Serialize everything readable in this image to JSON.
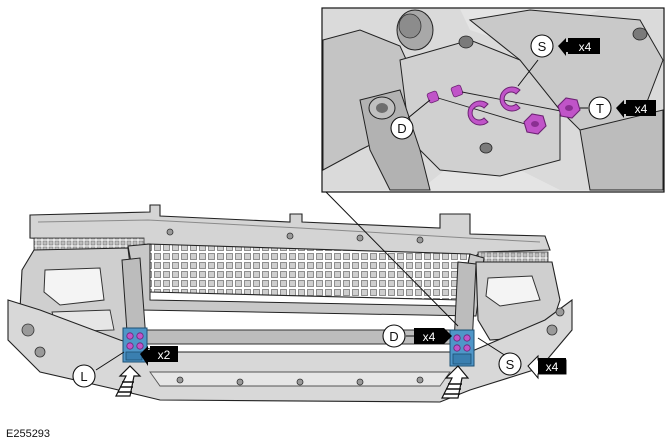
{
  "figure": {
    "reference_id": "E255293",
    "callouts": {
      "D": "D",
      "S": "S",
      "T": "T",
      "L": "L"
    },
    "quantities": {
      "S_inset": "x4",
      "T_inset": "x4",
      "D_main": "x4",
      "S_main": "x4",
      "L_main": "x2"
    },
    "colors": {
      "fastener": "#c054c8",
      "fastener_dark": "#8a2f92",
      "clip": "#4f96c8",
      "line": "#222222",
      "part_fill": "#d2d2d2",
      "part_dark": "#9a9a9a"
    }
  }
}
